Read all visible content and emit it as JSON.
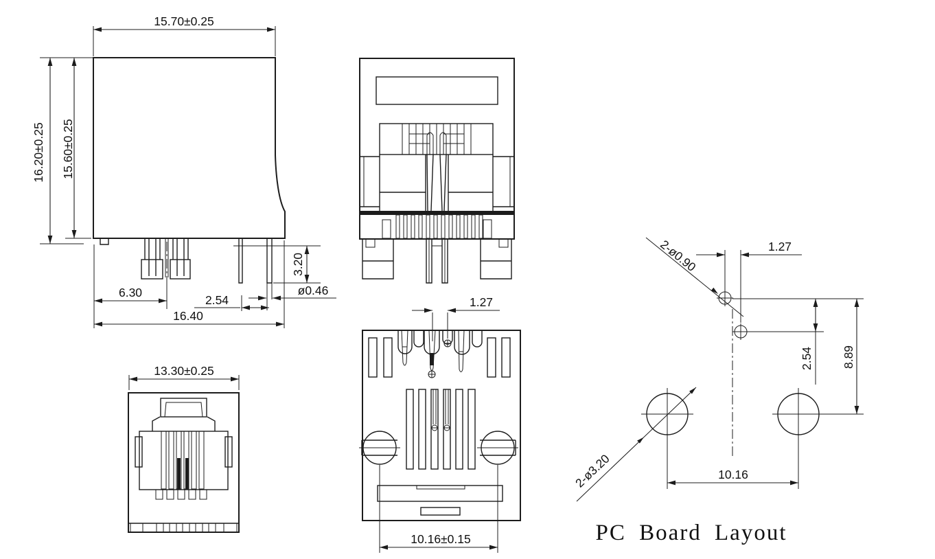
{
  "drawing": {
    "labels": {
      "side_width": "15.70±0.25",
      "side_height_outer": "16.20±0.25",
      "side_height_inner": "15.60±0.25",
      "side_pin_offset": "6.30",
      "side_pin_pitch": "2.54",
      "side_total_width": "16.40",
      "side_pin_length": "3.20",
      "side_pin_diameter": "ø0.46",
      "face_width": "13.30±0.25",
      "bottom_pin_gap": "1.27",
      "bottom_post_span": "10.16±0.15",
      "pcb_small_holes": "2-ø0.90",
      "pcb_hole_offset_x": "1.27",
      "pcb_row_spacing": "2.54",
      "pcb_hole_to_post": "8.89",
      "pcb_big_holes": "2-ø3.20",
      "pcb_post_span": "10.16",
      "pcb_title": "PC Board Layout"
    },
    "colors": {
      "line": "#1c1c1c",
      "background": "#ffffff"
    }
  }
}
